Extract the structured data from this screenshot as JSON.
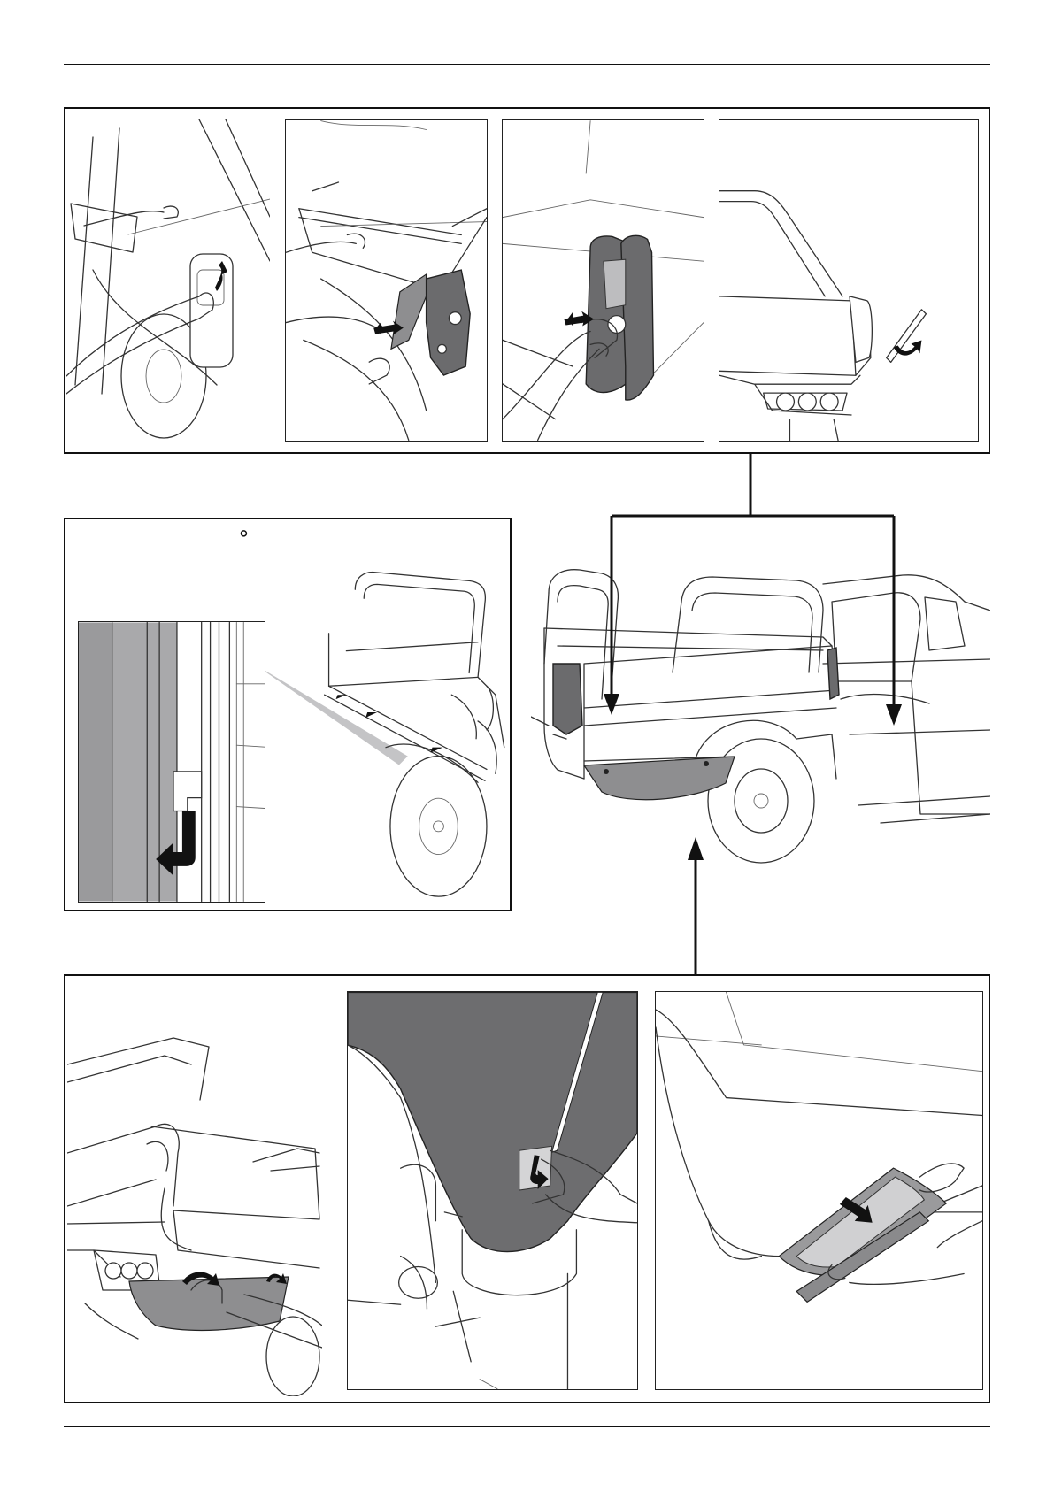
{
  "document": {
    "type": "installation-instruction-sheet",
    "text": []
  },
  "steps": [
    {
      "id": "top-1",
      "icon": "hand-lift-latch"
    },
    {
      "id": "top-2",
      "icon": "tailgate-hinge-release"
    },
    {
      "id": "top-3",
      "icon": "tail-lamp-cover-remove"
    },
    {
      "id": "top-4",
      "icon": "tailgate-open"
    },
    {
      "id": "mid-1",
      "icon": "side-rail-hook-detail"
    },
    {
      "id": "bottom-1",
      "icon": "rear-step-cover-grab"
    },
    {
      "id": "bottom-2",
      "icon": "mud-flap-clip"
    },
    {
      "id": "bottom-3",
      "icon": "step-panel-slide-out"
    }
  ],
  "colors": {
    "line": "#333333",
    "highlight_dark": "#6b6b6d",
    "highlight_mid": "#8e8e90",
    "highlight_light": "#bdbdbf"
  }
}
